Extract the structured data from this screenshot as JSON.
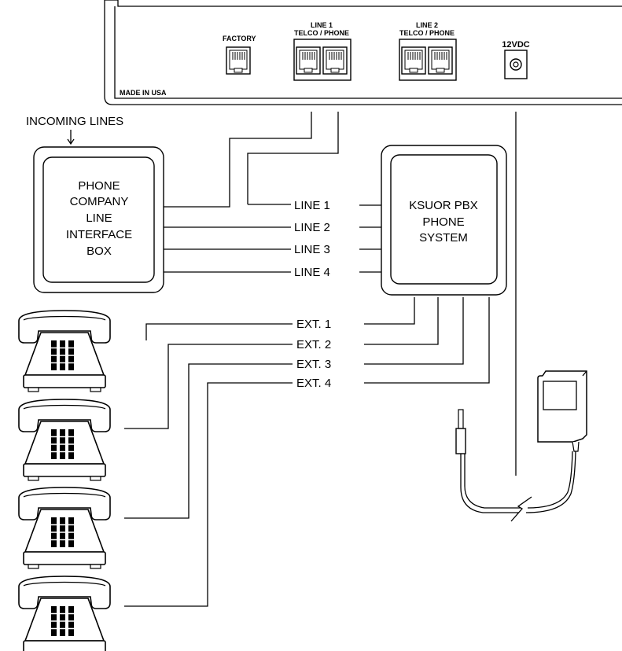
{
  "device_panel": {
    "factory_label": "FACTORY",
    "line1_label": "LINE 1",
    "line1_sub": "TELCO / PHONE",
    "line2_label": "LINE 2",
    "line2_sub": "TELCO / PHONE",
    "power_label": "12VDC",
    "made_in": "MADE IN USA"
  },
  "incoming_lines_label": "INCOMING LINES",
  "phone_company_box": {
    "lines": [
      "PHONE",
      "COMPANY",
      "LINE",
      "INTERFACE",
      "BOX"
    ]
  },
  "pbx_box": {
    "lines": [
      "KSUOR PBX",
      "PHONE",
      "SYSTEM"
    ]
  },
  "line_labels": [
    "LINE 1",
    "LINE 2",
    "LINE 3",
    "LINE 4"
  ],
  "extension_labels": [
    "EXT. 1",
    "EXT. 2",
    "EXT. 3",
    "EXT. 4"
  ]
}
